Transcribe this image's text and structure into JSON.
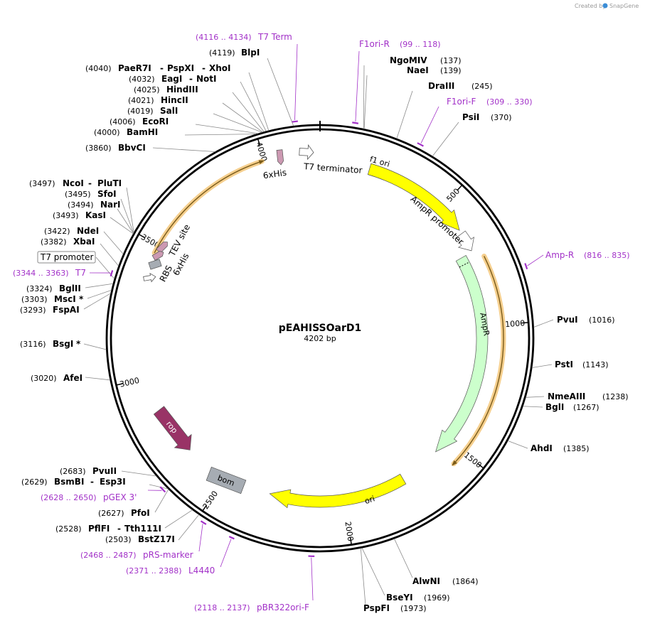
{
  "credit": {
    "text": "Created by",
    "brand": "SnapGene"
  },
  "plasmid": {
    "name": "pEAHISSOarD1",
    "length_label": "4202 bp",
    "length": 4202
  },
  "ticks": [
    "500",
    "1000",
    "1500",
    "2000",
    "2500",
    "3000",
    "3500",
    "4000"
  ],
  "sites": [
    {
      "name": "BlpI",
      "pos": "(4119)",
      "bp": 4119,
      "side": "left"
    },
    {
      "name": "PaeR7I",
      "name2": "PspXI",
      "name3": "XhoI",
      "pos": "(4040)",
      "bp": 4040,
      "side": "left"
    },
    {
      "name": "EagI",
      "name2": "NotI",
      "pos": "(4032)",
      "bp": 4032,
      "side": "left"
    },
    {
      "name": "HindIII",
      "pos": "(4025)",
      "bp": 4025,
      "side": "left"
    },
    {
      "name": "HincII",
      "pos": "(4021)",
      "bp": 4021,
      "side": "left"
    },
    {
      "name": "SalI",
      "pos": "(4019)",
      "bp": 4019,
      "side": "left"
    },
    {
      "name": "EcoRI",
      "pos": "(4006)",
      "bp": 4006,
      "side": "left"
    },
    {
      "name": "BamHI",
      "pos": "(4000)",
      "bp": 4000,
      "side": "left"
    },
    {
      "name": "BbvCI",
      "pos": "(3860)",
      "bp": 3860,
      "side": "left"
    },
    {
      "name": "NcoI",
      "name2": "PluTI",
      "pos": "(3497)",
      "bp": 3497,
      "side": "left"
    },
    {
      "name": "SfoI",
      "pos": "(3495)",
      "bp": 3495,
      "side": "left"
    },
    {
      "name": "NarI",
      "pos": "(3494)",
      "bp": 3494,
      "side": "left"
    },
    {
      "name": "KasI",
      "pos": "(3493)",
      "bp": 3493,
      "side": "left"
    },
    {
      "name": "NdeI",
      "pos": "(3422)",
      "bp": 3422,
      "side": "left"
    },
    {
      "name": "XbaI",
      "pos": "(3382)",
      "bp": 3382,
      "side": "left"
    },
    {
      "name": "BglII",
      "pos": "(3324)",
      "bp": 3324,
      "side": "left"
    },
    {
      "name": "MscI",
      "star": "*",
      "pos": "(3303)",
      "bp": 3303,
      "side": "left"
    },
    {
      "name": "FspAI",
      "pos": "(3293)",
      "bp": 3293,
      "side": "left"
    },
    {
      "name": "BsgI",
      "star": "*",
      "pos": "(3116)",
      "bp": 3116,
      "side": "left"
    },
    {
      "name": "AfeI",
      "pos": "(3020)",
      "bp": 3020,
      "side": "left"
    },
    {
      "name": "PvuII",
      "pos": "(2683)",
      "bp": 2683,
      "side": "left"
    },
    {
      "name": "BsmBI",
      "name2": "Esp3I",
      "pos": "(2629)",
      "bp": 2629,
      "side": "left"
    },
    {
      "name": "PfoI",
      "pos": "(2627)",
      "bp": 2627,
      "side": "left"
    },
    {
      "name": "PflFI",
      "name2": "Tth111I",
      "pos": "(2528)",
      "bp": 2528,
      "side": "left"
    },
    {
      "name": "BstZ17I",
      "pos": "(2503)",
      "bp": 2503,
      "side": "left"
    },
    {
      "name": "NgoMIV",
      "pos": "(137)",
      "bp": 137,
      "side": "right"
    },
    {
      "name": "NaeI",
      "pos": "(139)",
      "bp": 139,
      "side": "right"
    },
    {
      "name": "DraIII",
      "pos": "(245)",
      "bp": 245,
      "side": "right"
    },
    {
      "name": "PsiI",
      "pos": "(370)",
      "bp": 370,
      "side": "right"
    },
    {
      "name": "PvuI",
      "pos": "(1016)",
      "bp": 1016,
      "side": "right"
    },
    {
      "name": "PstI",
      "pos": "(1143)",
      "bp": 1143,
      "side": "right"
    },
    {
      "name": "NmeAIII",
      "pos": "(1238)",
      "bp": 1238,
      "side": "right"
    },
    {
      "name": "BglI",
      "pos": "(1267)",
      "bp": 1267,
      "side": "right"
    },
    {
      "name": "AhdI",
      "pos": "(1385)",
      "bp": 1385,
      "side": "right"
    },
    {
      "name": "AlwNI",
      "pos": "(1864)",
      "bp": 1864,
      "side": "right"
    },
    {
      "name": "BseYI",
      "pos": "(1969)",
      "bp": 1969,
      "side": "right"
    },
    {
      "name": "PspFI",
      "pos": "(1973)",
      "bp": 1973,
      "side": "right"
    }
  ],
  "primers": [
    {
      "name": "T7 Term",
      "range": "(4116 .. 4134)",
      "start": 4116,
      "end": 4134
    },
    {
      "name": "F1ori-R",
      "range": "(99 .. 118)",
      "start": 99,
      "end": 118
    },
    {
      "name": "F1ori-F",
      "range": "(309 .. 330)",
      "start": 309,
      "end": 330
    },
    {
      "name": "Amp-R",
      "range": "(816 .. 835)",
      "start": 816,
      "end": 835
    },
    {
      "name": "T7",
      "range": "(3344 .. 3363)",
      "start": 3344,
      "end": 3363
    },
    {
      "name": "pGEX 3'",
      "range": "(2628 .. 2650)",
      "start": 2628,
      "end": 2650
    },
    {
      "name": "pRS-marker",
      "range": "(2468 .. 2487)",
      "start": 2468,
      "end": 2487
    },
    {
      "name": "L4440",
      "range": "(2371 .. 2388)",
      "start": 2371,
      "end": 2388
    },
    {
      "name": "pBR322ori-F",
      "range": "(2118 .. 2137)",
      "start": 2118,
      "end": 2137
    }
  ],
  "boxed_feature": {
    "name": "T7 promoter"
  },
  "features": [
    {
      "name": "f1 ori",
      "color": "#ffff00",
      "start": 190,
      "end": 620,
      "dir": 1
    },
    {
      "name": "AmpR promoter",
      "color": "#ffffff",
      "start": 620,
      "end": 720,
      "dir": 1
    },
    {
      "name": "AmpR",
      "color": "#ccffcc",
      "start": 720,
      "end": 1580,
      "dir": 1
    },
    {
      "name": "ori",
      "color": "#ffff00",
      "start": 1720,
      "end": 2310,
      "dir": -1
    },
    {
      "name": "bom",
      "color": "#a6acb3"
    },
    {
      "name": "rop",
      "color": "#993366"
    },
    {
      "name": "T7 terminator",
      "color": "#ffffff"
    },
    {
      "name": "6xHis",
      "color": "#cc99b2"
    },
    {
      "name": "TEV site",
      "color": "#cc99b2"
    },
    {
      "name": "6xHis",
      "color": "#cc99b2"
    },
    {
      "name": "RBS",
      "color": "#a6acb3"
    },
    {
      "name": "T7 promoter",
      "color": "#ffffff"
    }
  ],
  "colors": {
    "primer": "#a231c8",
    "orf_outline": "#f0a848",
    "backbone": "#000000"
  }
}
